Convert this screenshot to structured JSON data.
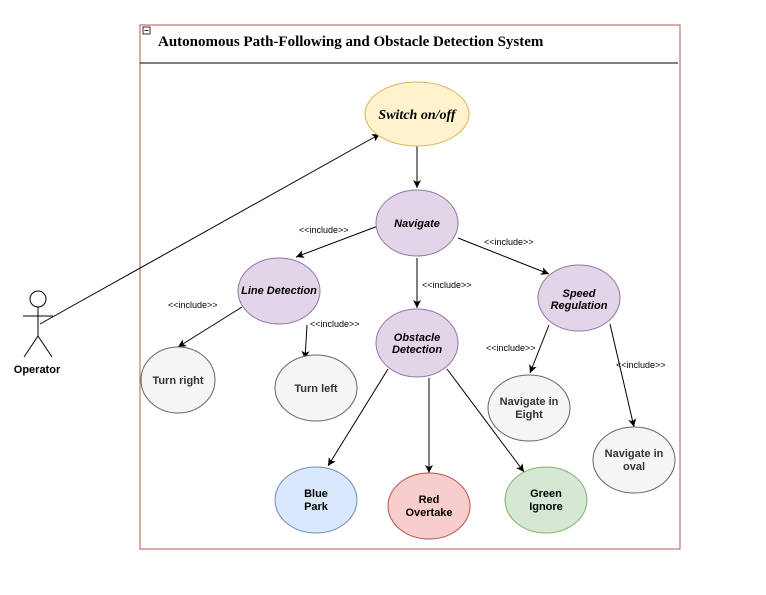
{
  "system": {
    "title": "Autonomous Path-Following and Obstacle Detection System",
    "collapse_icon": "collapse-icon"
  },
  "actor": {
    "label": "Operator"
  },
  "use_cases": {
    "switch": "Switch on/off",
    "navigate": "Navigate",
    "line_detection": "Line Detection",
    "obstacle_detection": [
      "Obstacle",
      "Detection"
    ],
    "speed_regulation": [
      "Speed",
      "Regulation"
    ],
    "turn_right": "Turn right",
    "turn_left": "Turn left",
    "blue_park": [
      "Blue",
      "Park"
    ],
    "red_overtake": [
      "Red",
      "Overtake"
    ],
    "green_ignore": [
      "Green",
      "Ignore"
    ],
    "navigate_eight": [
      "Navigate in",
      "Eight"
    ],
    "navigate_oval": [
      "Navigate in",
      "oval"
    ]
  },
  "relations": {
    "include_nav_line": "<<include>>",
    "include_nav_obstacle": "<<include>>",
    "include_nav_speed": "<<include>>",
    "include_line_right": "<<include>>",
    "include_line_left": "<<include>>",
    "include_speed_eight": "<<include>>",
    "include_speed_oval": "<<include>>"
  },
  "colors": {
    "switch_fill": "#fff2cc",
    "switch_stroke": "#d6b656",
    "purple_fill": "#e1d5e7",
    "purple_stroke": "#9673a6",
    "gray_fill": "#f5f5f5",
    "gray_stroke": "#666666",
    "blue_fill": "#dae8fc",
    "blue_stroke": "#6c8ebf",
    "red_fill": "#f8cecc",
    "red_stroke": "#b85450",
    "green_fill": "#d5e8d4",
    "green_stroke": "#82b366",
    "boundary_stroke": "#b85450"
  }
}
